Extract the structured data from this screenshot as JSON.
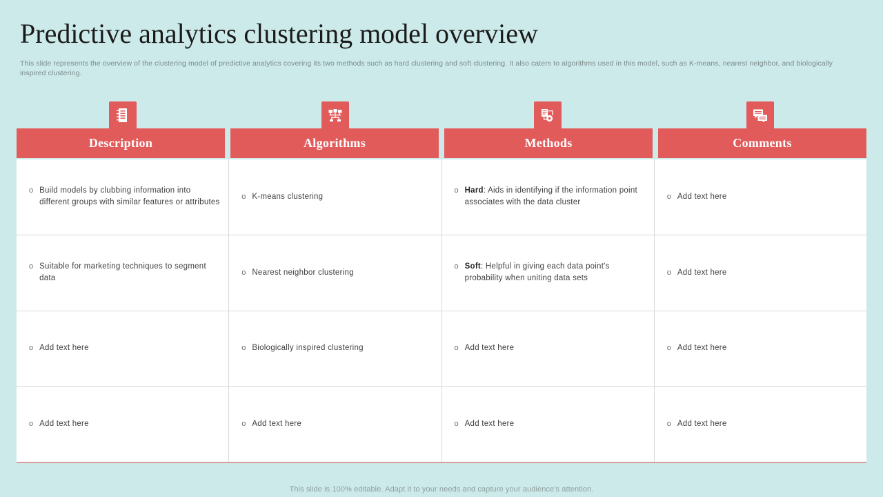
{
  "slide": {
    "title": "Predictive analytics clustering model overview",
    "subtitle": "This slide represents the overview of the clustering model of predictive analytics covering its two methods such as hard clustering and soft clustering. It also caters to algorithms used in this model, such as K-means, nearest neighbor, and biologically inspired clustering.",
    "footer": "This slide is 100% editable. Adapt it to your needs and capture your audience's attention."
  },
  "colors": {
    "background": "#cdeaea",
    "accent": "#e25b5b",
    "header_text": "#ffffff",
    "body_text": "#3f3f3f",
    "subtitle_text": "#7b8a8a",
    "cell_border": "#d8d8d8",
    "table_bottom_border": "#d99a9a"
  },
  "table": {
    "columns": [
      {
        "label": "Description",
        "icon": "document-list-icon"
      },
      {
        "label": "Algorithms",
        "icon": "network-nodes-icon"
      },
      {
        "label": "Methods",
        "icon": "document-gear-icon"
      },
      {
        "label": "Comments",
        "icon": "comment-bubbles-icon"
      }
    ],
    "bullet_glyph": "o",
    "rows": [
      [
        {
          "bold": "",
          "text": "Build models by clubbing information into different groups with similar features or attributes"
        },
        {
          "bold": "",
          "text": "K-means clustering"
        },
        {
          "bold": "Hard",
          "text": ": Aids in identifying if the information point associates with the data cluster"
        },
        {
          "bold": "",
          "text": "Add text here"
        }
      ],
      [
        {
          "bold": "",
          "text": "Suitable for marketing techniques to segment data"
        },
        {
          "bold": "",
          "text": "Nearest neighbor clustering"
        },
        {
          "bold": "Soft",
          "text": ": Helpful in giving each data point's probability when uniting data sets"
        },
        {
          "bold": "",
          "text": "Add text here"
        }
      ],
      [
        {
          "bold": "",
          "text": "Add text here"
        },
        {
          "bold": "",
          "text": "Biologically inspired clustering"
        },
        {
          "bold": "",
          "text": "Add text here"
        },
        {
          "bold": "",
          "text": "Add text here"
        }
      ],
      [
        {
          "bold": "",
          "text": "Add text here"
        },
        {
          "bold": "",
          "text": "Add text here"
        },
        {
          "bold": "",
          "text": "Add text here"
        },
        {
          "bold": "",
          "text": "Add text here"
        }
      ]
    ]
  }
}
